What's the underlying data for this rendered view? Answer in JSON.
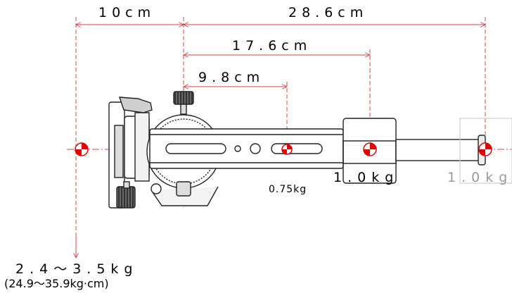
{
  "dimensions": {
    "d1": "10cm",
    "d2": "28.6cm",
    "d3": "17.6cm",
    "d4": "9.8cm"
  },
  "weights": {
    "counterweight": "2.4〜3.5kg",
    "counterweight_torque": "(24.9〜35.9kg·cm)",
    "center": "0.75kg",
    "mid": "1.0kg",
    "far": "1.0kg"
  },
  "colors": {
    "dimension_line": "#e04040",
    "target_red": "#e60000",
    "outline": "#222222",
    "faded": "#bdbdbd"
  },
  "icons": [
    "center-of-gravity-target-icon"
  ]
}
